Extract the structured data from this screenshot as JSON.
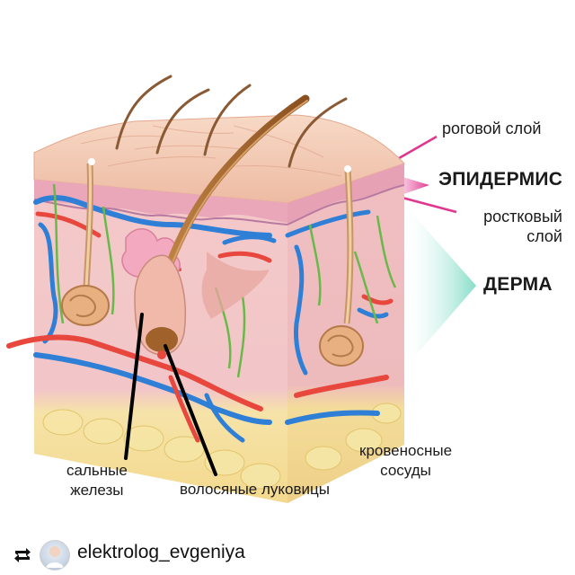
{
  "labels": {
    "horny_layer": "роговой слой",
    "epidermis": "ЭПИДЕРМИС",
    "germinal_layer_1": "ростковый",
    "germinal_layer_2": "слой",
    "dermis": "ДЕРМА",
    "blood_vessels_1": "кровеносные",
    "blood_vessels_2": "сосуды",
    "sebaceous_1": "сальные",
    "sebaceous_2": "железы",
    "hair_bulbs": "волосяные луковицы"
  },
  "footer": {
    "username": "elektrolog_evgeniya",
    "repost_icon": "repost-icon",
    "avatar_icon": "avatar-icon"
  },
  "colors": {
    "epidermis_pointer": "#e0368f",
    "dermis_pointer": "#7fdcc6",
    "vein": "#2f7fd6",
    "artery": "#e8473e",
    "nerve": "#6bb84a",
    "hair": "#a0622a"
  }
}
